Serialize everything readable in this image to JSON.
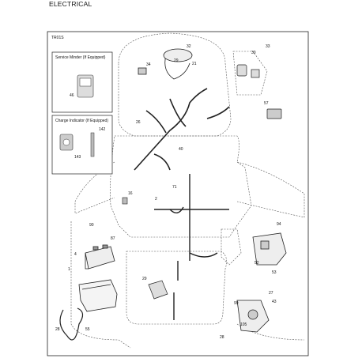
{
  "page": {
    "header": "ELECTRICAL",
    "diagram_code": "TR01S"
  },
  "insets": {
    "service_minder": {
      "title": "Service Minder (If Equipped)",
      "part": "46"
    },
    "charge_indicator": {
      "title": "Charge Indicator (If Equipped)",
      "parts": [
        "142",
        "143"
      ]
    }
  },
  "callouts": [
    "32",
    "30",
    "33",
    "34",
    "21",
    "29",
    "57",
    "26",
    "40",
    "71",
    "16",
    "2",
    "90",
    "87",
    "4",
    "94",
    "52",
    "53",
    "1",
    "29",
    "99",
    "27",
    "43",
    "28",
    "55",
    "105",
    "28"
  ]
}
